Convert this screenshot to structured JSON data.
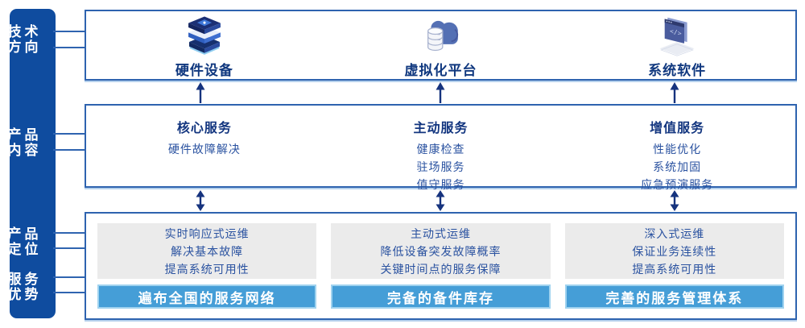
{
  "colors": {
    "sidebar_bg": "#0f4c9f",
    "box_border": "#2e63af",
    "title_navy": "#12357f",
    "body_text": "#2a52a0",
    "gray_box_bg": "#ebebeb",
    "bar_blue": "#459ed7",
    "arrow_navy": "#16337e"
  },
  "sidebar": {
    "items": [
      {
        "id": "tech-direction",
        "line1": "技术",
        "line2": "方向"
      },
      {
        "id": "product-content",
        "line1": "产品",
        "line2": "内容"
      },
      {
        "id": "product-positioning",
        "line1": "产品",
        "line2": "定位"
      },
      {
        "id": "service-advantage",
        "line1": "服务",
        "line2": "优势"
      }
    ]
  },
  "tech_row": {
    "items": [
      {
        "icon": "server-stack-icon",
        "label": "硬件设备"
      },
      {
        "icon": "cloud-database-icon",
        "label": "虚拟化平台"
      },
      {
        "icon": "code-window-icon",
        "label": "系统软件"
      }
    ]
  },
  "content_row": {
    "columns": [
      {
        "title": "核心服务",
        "item1": "硬件故障解决",
        "item2": "",
        "item3": ""
      },
      {
        "title": "主动服务",
        "item1": "健康检查",
        "item2": "驻场服务",
        "item3": "值守服务"
      },
      {
        "title": "增值服务",
        "item1": "性能优化",
        "item2": "系统加固",
        "item3": "应急预演服务"
      }
    ]
  },
  "bottom_row": {
    "columns": [
      {
        "point1": "实时响应式运维",
        "point2": "解决基本故障",
        "point3": "提高系统可用性",
        "bar": "遍布全国的服务网络"
      },
      {
        "point1": "主动式运维",
        "point2": "降低设备突发故障概率",
        "point3": "关键时间点的服务保障",
        "bar": "完备的备件库存"
      },
      {
        "point1": "深入式运维",
        "point2": "保证业务连续性",
        "point3": "提高系统可用性",
        "bar": "完善的服务管理体系"
      }
    ]
  }
}
